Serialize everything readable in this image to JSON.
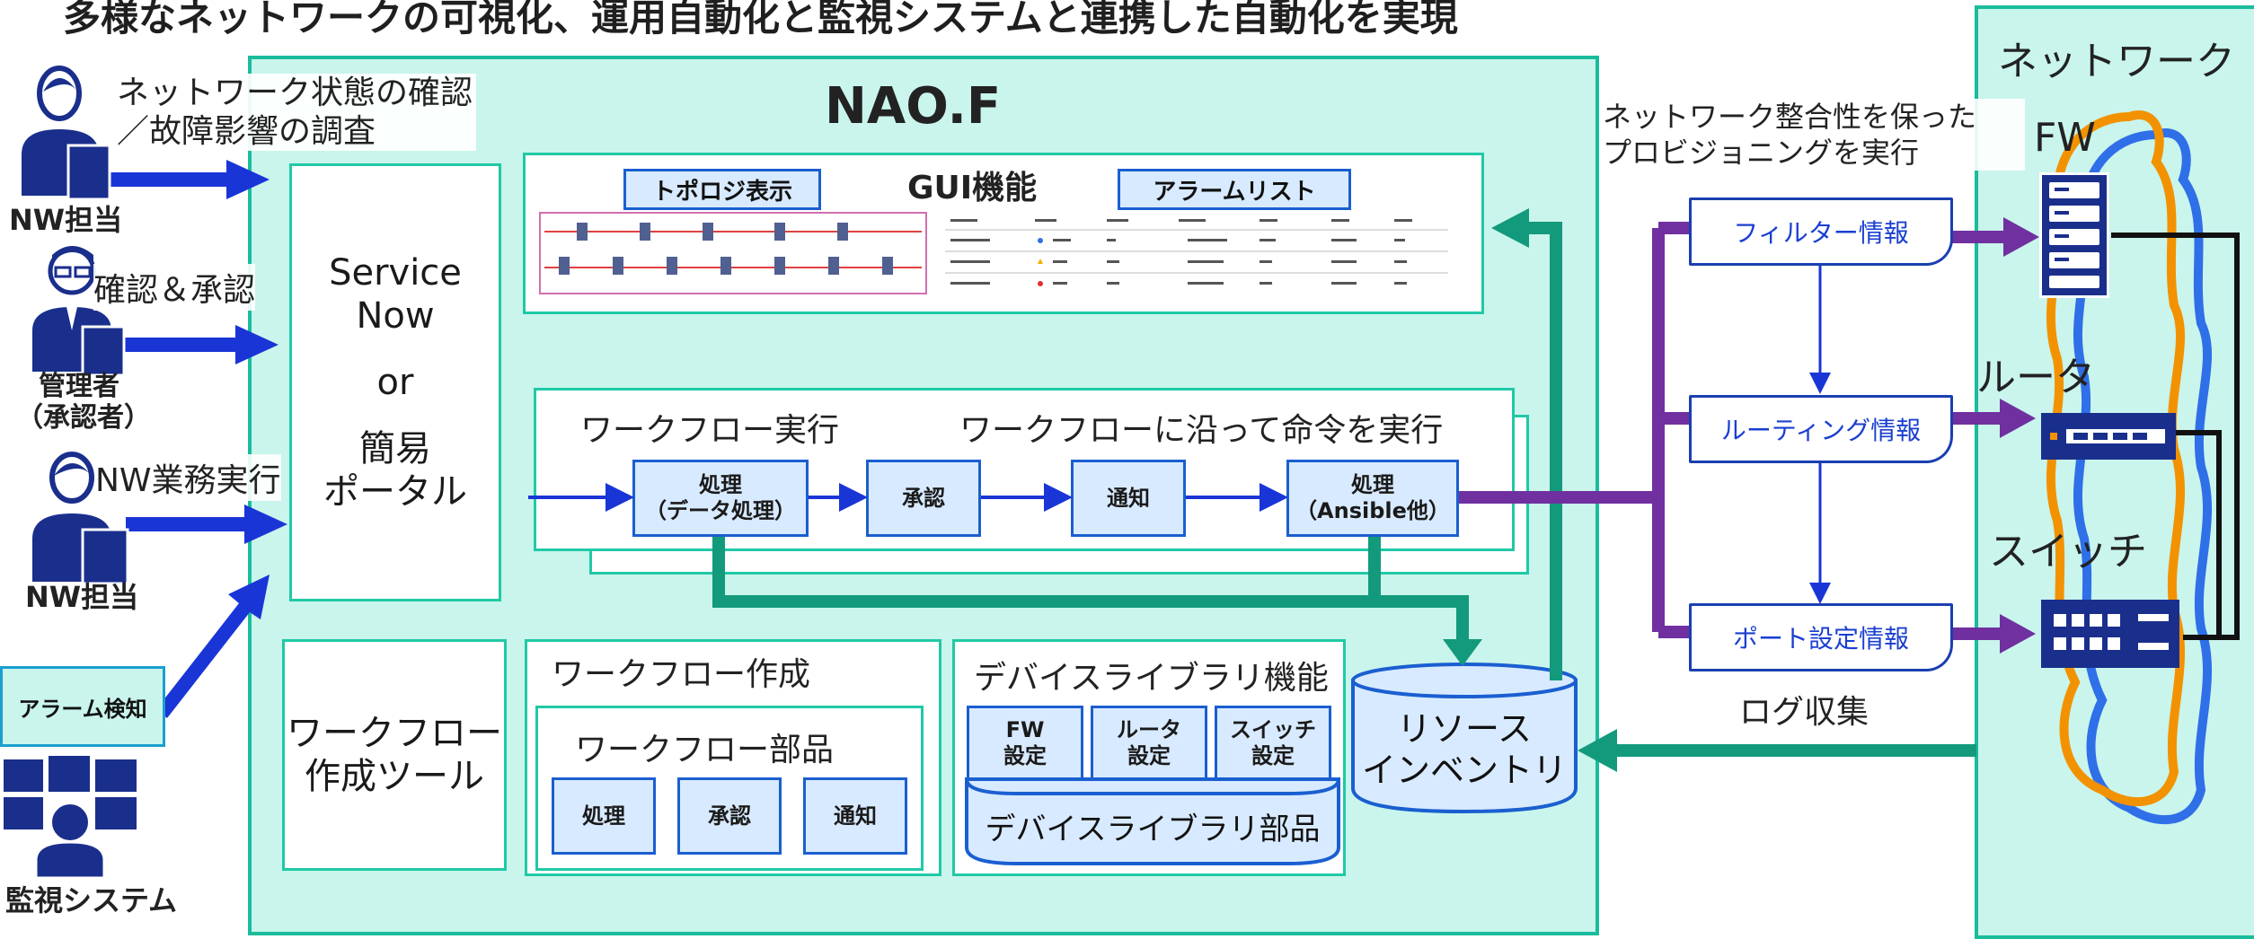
{
  "title": "多様なネットワークの可視化、運用自動化と監視システムと連携した自動化を実現",
  "actors": {
    "nw1": "NW担当",
    "nw1_caption_line1": "ネットワーク状態の確認",
    "nw1_caption_line2": "／故障影響の調査",
    "admin_line1": "管理者",
    "admin_line2": "（承認者）",
    "admin_caption": "確認＆承認",
    "nw2": "NW担当",
    "nw2_caption": "NW業務実行",
    "alarm_detect": "アラーム検知",
    "monitor": "監視システム"
  },
  "portal": {
    "line1": "Service",
    "line2": "Now",
    "line3": "or",
    "line4": "簡易",
    "line5": "ポータル"
  },
  "naof": {
    "title": "NAO.F",
    "gui": {
      "title": "GUI機能",
      "topology": "トポロジ表示",
      "alarm_list": "アラームリスト"
    },
    "workflow_exec": {
      "title": "ワークフロー実行",
      "subtitle": "ワークフローに沿って命令を実行",
      "steps": [
        "処理\n（データ処理）",
        "承認",
        "通知",
        "処理\n（Ansible他）"
      ]
    },
    "workflow_tool": {
      "line1": "ワークフロー",
      "line2": "作成ツール"
    },
    "workflow_create": {
      "title": "ワークフロー作成",
      "parts_title": "ワークフロー部品",
      "parts": [
        "処理",
        "承認",
        "通知"
      ]
    },
    "device_lib": {
      "title": "デバイスライブラリ機能",
      "settings": [
        "FW\n設定",
        "ルータ\n設定",
        "スイッチ\n設定"
      ],
      "parts": "デバイスライブラリ部品"
    },
    "inventory": {
      "line1": "リソース",
      "line2": "インベントリ"
    }
  },
  "provisioning": {
    "caption_line1": "ネットワーク整合性を保った",
    "caption_line2": "プロビジョニングを実行",
    "docs": [
      "フィルター情報",
      "ルーティング情報",
      "ポート設定情報"
    ],
    "log": "ログ収集"
  },
  "network": {
    "title": "ネットワーク",
    "fw": "FW",
    "router": "ルータ",
    "switch": "スイッチ"
  },
  "colors": {
    "mint_fill": "#c9f5ec",
    "teal_border": "#1abc9c",
    "blue_arrow": "#1a35d6",
    "purple": "#7030a0",
    "teal_arrow": "#139a7c",
    "orange": "#f39200",
    "cloud_blue": "#2f6fe8",
    "device_navy": "#1a2f8c"
  }
}
